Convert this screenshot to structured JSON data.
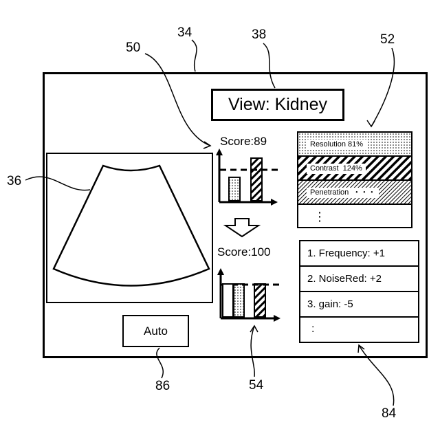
{
  "reference_numerals": {
    "n34": "34",
    "n38": "38",
    "n50": "50",
    "n52": "52",
    "n36": "36",
    "n86": "86",
    "n54": "54",
    "n84": "84"
  },
  "view_label": "View: Kidney",
  "score_before": {
    "label": "Score:89",
    "bars": [
      {
        "pattern": "dots",
        "level": 0.55
      },
      {
        "pattern": "hatch",
        "level": 1.0
      }
    ],
    "threshold_level": 0.82
  },
  "score_after": {
    "label": "Score:100",
    "bars": [
      {
        "pattern": "plain",
        "level": 1.0
      },
      {
        "pattern": "dots",
        "level": 1.0
      },
      {
        "pattern": "hatch",
        "level": 1.0
      }
    ],
    "threshold_level": 1.0
  },
  "image_parameters": {
    "items": [
      {
        "label": "Resolution 81%",
        "pattern": "dots"
      },
      {
        "label": "Contrast  124%",
        "pattern": "hatch"
      },
      {
        "label": "Penetration  ・・・",
        "pattern": "fine-hatch"
      }
    ],
    "more": "⋮"
  },
  "settings_changes": {
    "items": [
      "1. Frequency: +1",
      "2. NoiseRed: +2",
      "3. gain: -5"
    ],
    "more": ":"
  },
  "auto_button_label": "Auto"
}
